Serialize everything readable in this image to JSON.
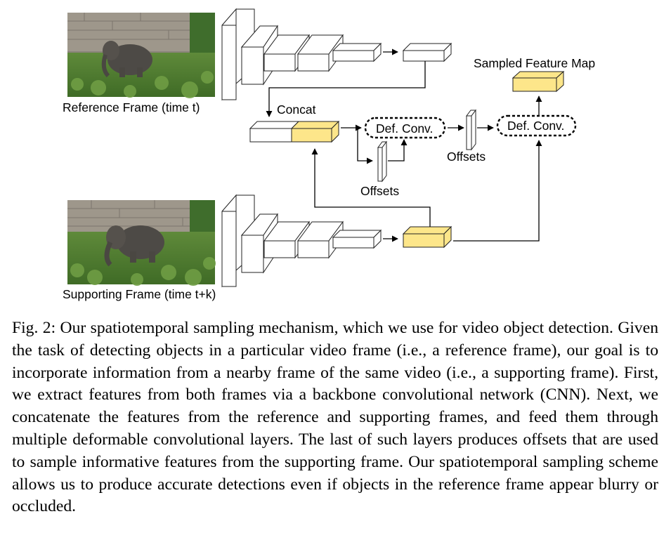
{
  "diagram": {
    "reference_frame_label": "Reference Frame (time t)",
    "supporting_frame_label": "Supporting Frame (time t+k)",
    "concat_label": "Concat",
    "def_conv_label_1": "Def. Conv.",
    "def_conv_label_2": "Def. Conv.",
    "offsets_label_1": "Offsets",
    "offsets_label_2": "Offsets",
    "sampled_feature_map_label": "Sampled Feature Map"
  },
  "colors": {
    "feature_highlight": "#fde68a",
    "block_fill": "#ffffff",
    "stroke": "#222222"
  },
  "caption": {
    "text": "Fig. 2: Our spatiotemporal sampling mechanism, which we use for video object detection. Given the task of detecting objects in a particular video frame (i.e., a reference frame), our goal is to incorporate information from a nearby frame of the same video (i.e., a supporting frame). First, we extract features from both frames via a backbone convolutional network (CNN). Next, we concatenate the features from the reference and supporting frames, and feed them through multiple deformable convolutional layers. The last of such layers produces offsets that are used to sample informative features from the supporting frame. Our spatiotemporal sampling scheme allows us to produce accurate detections even if objects in the reference frame appear blurry or occluded."
  }
}
